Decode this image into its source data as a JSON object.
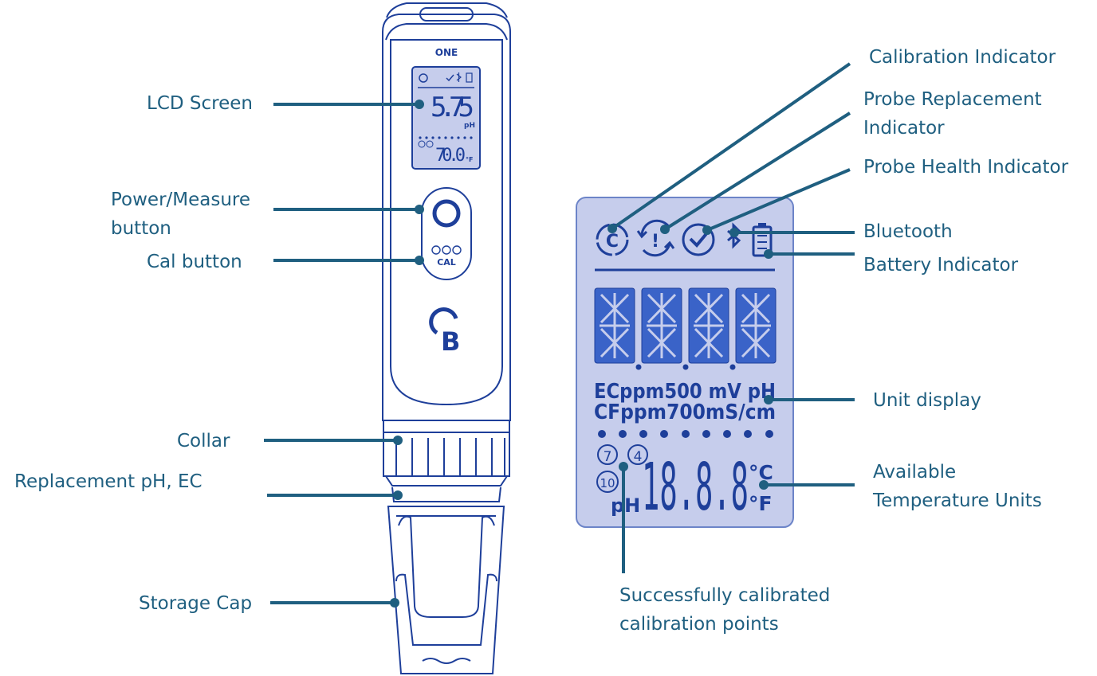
{
  "meter": {
    "brand_text": "ONE",
    "cal_button_text": "CAL",
    "lcd_main_value": "5.75",
    "lcd_main_unit": "pH",
    "lcd_temp_value": "70.0",
    "lcd_temp_unit": "°F",
    "logo_letter": "B"
  },
  "labels": {
    "lcd_screen": "LCD Screen",
    "power_button": [
      "Power/Measure",
      "button"
    ],
    "cal_button": "Cal button",
    "collar": "Collar",
    "replacement": "Replacement pH, EC",
    "storage_cap": "Storage Cap",
    "calibration_indicator": "Calibration Indicator",
    "probe_replacement": [
      "Probe Replacement",
      "Indicator"
    ],
    "probe_health": "Probe Health Indicator",
    "bluetooth": "Bluetooth",
    "battery": "Battery Indicator",
    "unit_display": "Unit display",
    "temp_units": [
      "Available",
      "Temperature Units"
    ],
    "calibrated_points": [
      "Successfully calibrated",
      "calibration points"
    ]
  },
  "lcd": {
    "digits": "8.8.8.8",
    "unit_row1": "ECppm500 mV pH",
    "unit_row2": "CFppm700mS/cm",
    "cal_points": [
      "7",
      "4",
      "10"
    ],
    "cal_unit": "pH",
    "temp_digits": "18.8.8",
    "temp_unit_c": "°C",
    "temp_unit_f": "°F",
    "icon_c": "C",
    "icon_warn": "!"
  },
  "colors": {
    "line": "#1f5f80",
    "device_stroke": "#1e3f9a",
    "lcd_fill": "#c6cdec",
    "lcd_text": "#1e3f9a"
  }
}
